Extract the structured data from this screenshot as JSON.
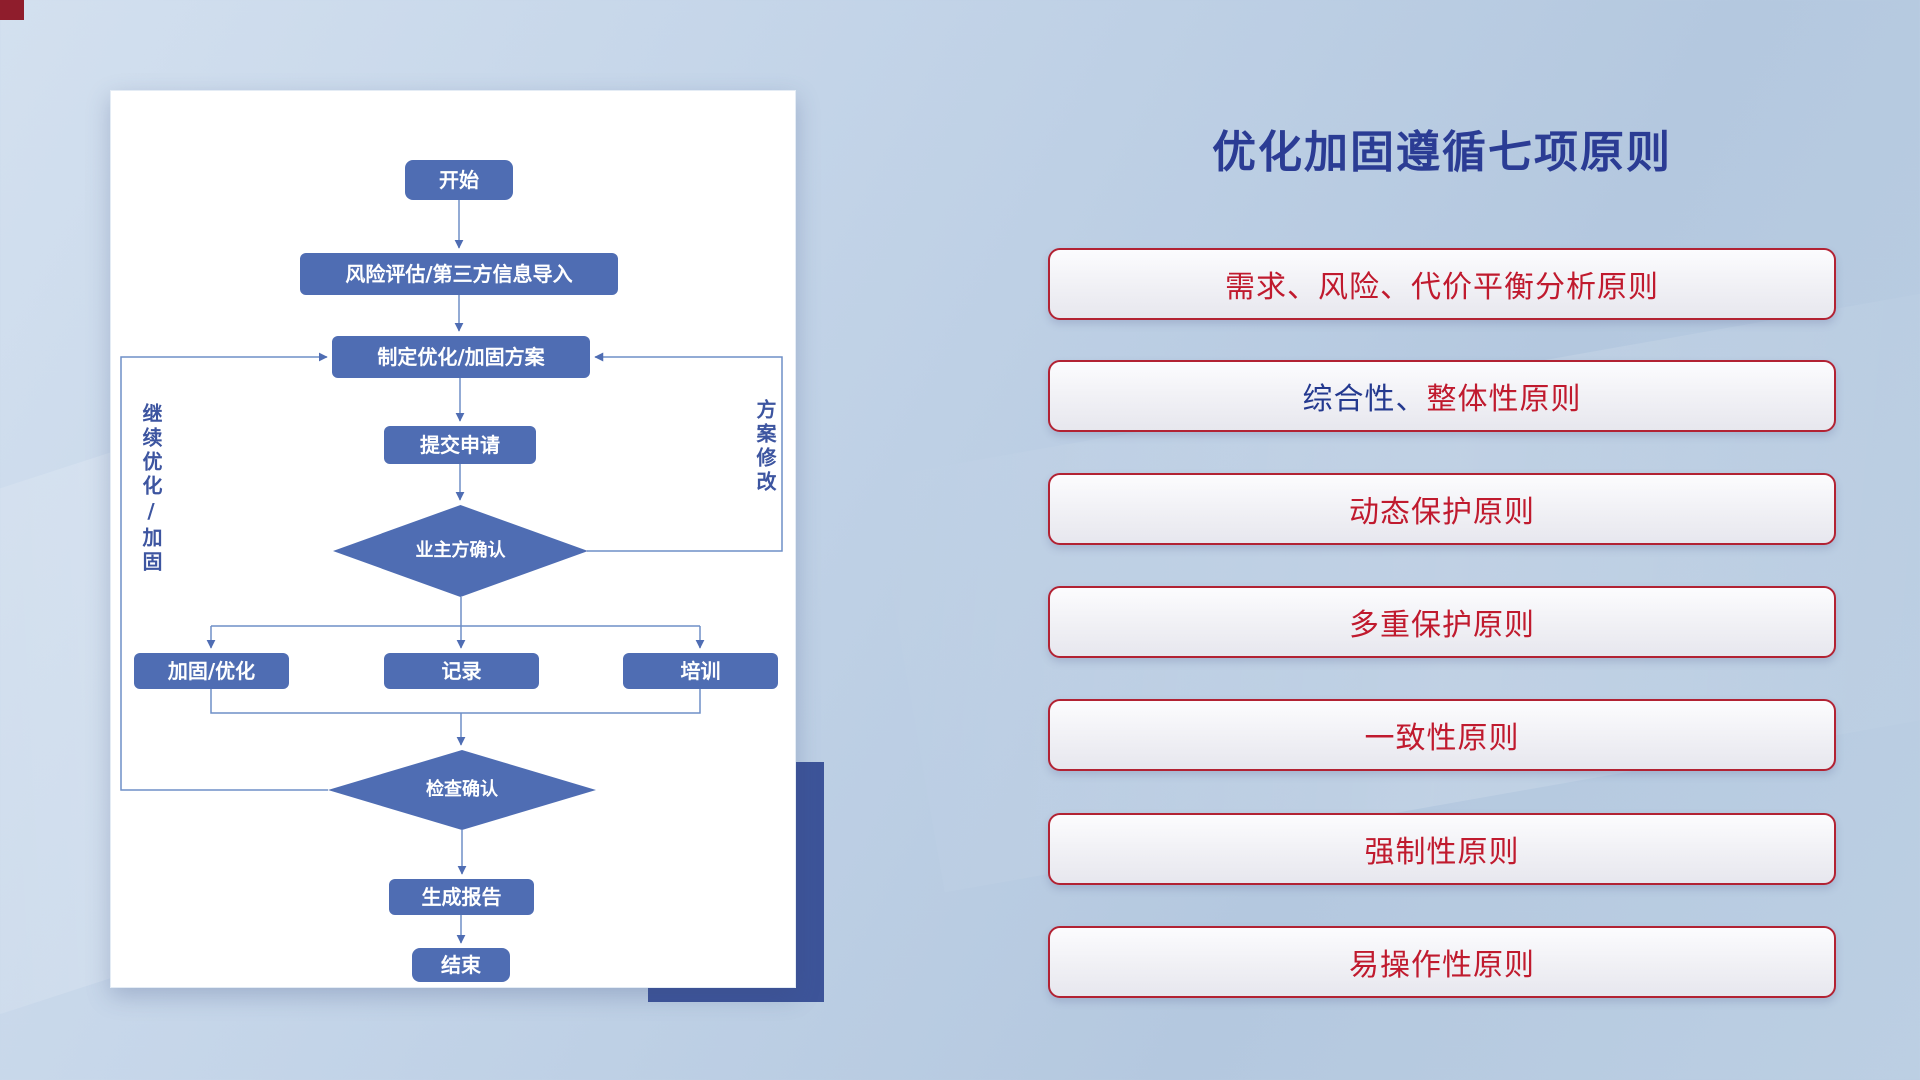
{
  "slide": {
    "corner_accent_color": "#8f1d2c",
    "background_top": "#d3e0ef",
    "background_bottom": "#b4c8df",
    "accent_block_color": "#3d5499"
  },
  "flowchart": {
    "node_color": "#4f6db3",
    "connector_color": "#6f8fc7",
    "nodes": {
      "start": "开始",
      "risk_import": "风险评估/第三方信息导入",
      "make_plan": "制定优化/加固方案",
      "submit": "提交申请",
      "owner_confirm": "业主方确认",
      "reinforce": "加固/优化",
      "record": "记录",
      "training": "培训",
      "check_confirm": "检查确认",
      "report": "生成报告",
      "end": "结束"
    },
    "edge_labels": {
      "continue": "继续优化/加固",
      "revise": "方案修改"
    }
  },
  "principles": {
    "title": "优化加固遵循七项原则",
    "title_color": "#2b3c94",
    "highlight_color": "#24398f",
    "text_color": "#c01a2e",
    "border_color": "#b22233",
    "items": [
      {
        "prefix": "",
        "text": "需求、风险、代价平衡分析原则"
      },
      {
        "prefix": "综合性、",
        "text": "整体性原则"
      },
      {
        "prefix": "",
        "text": "动态保护原则"
      },
      {
        "prefix": "",
        "text": "多重保护原则"
      },
      {
        "prefix": "",
        "text": "一致性原则"
      },
      {
        "prefix": "",
        "text": "强制性原则"
      },
      {
        "prefix": "",
        "text": "易操作性原则"
      }
    ]
  }
}
